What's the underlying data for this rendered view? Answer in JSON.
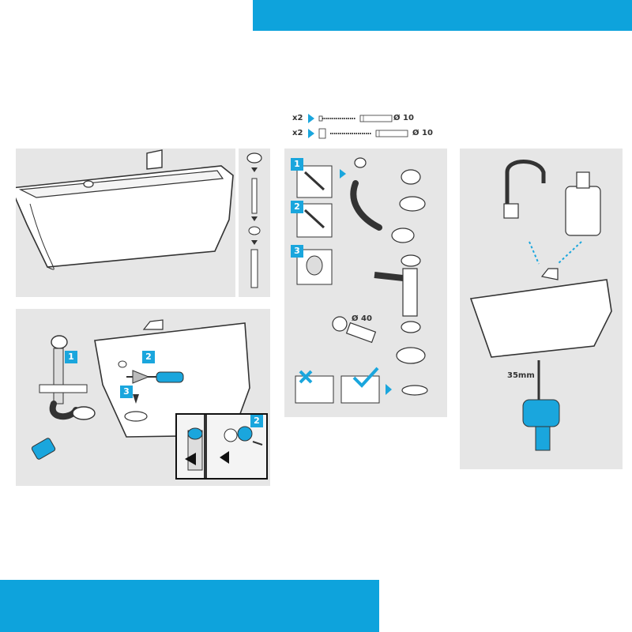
{
  "accent_color": "#0ea3dc",
  "panel_color": "#e6e6e6",
  "hardware": [
    {
      "qty": "x2",
      "size": "Ø 10"
    },
    {
      "qty": "x2",
      "size": "Ø 10"
    }
  ],
  "mount_steps": [
    "1",
    "2",
    "3",
    "2"
  ],
  "drain_steps": [
    "1",
    "2",
    "3"
  ],
  "drain_pipe_diameter": "Ø 40",
  "drill_depth": "35mm",
  "icons": [
    "check-icon",
    "cross-icon",
    "arrow-icon",
    "drill-icon",
    "screwdriver-icon"
  ]
}
